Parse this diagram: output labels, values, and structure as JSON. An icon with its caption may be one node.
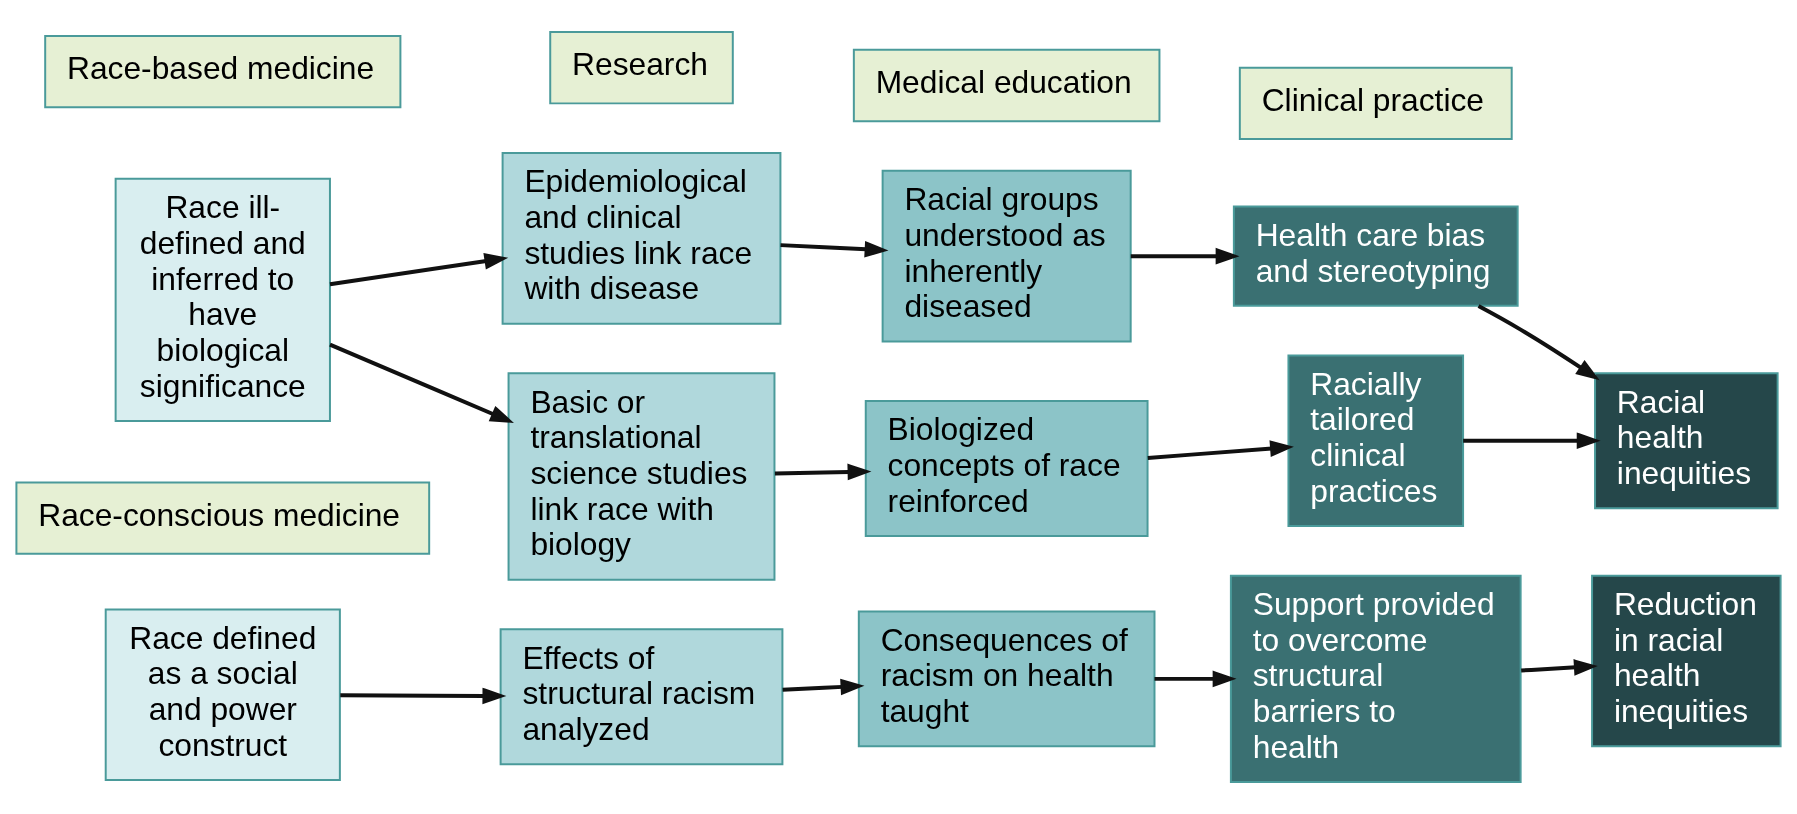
{
  "diagram": {
    "nodes": [
      {
        "text": [
          "Research"
        ]
      },
      {
        "text": [
          "Medical education"
        ]
      },
      {
        "text": [
          "Clinical practice"
        ]
      },
      {
        "text": [
          "Race-based medicine"
        ]
      },
      {
        "text": [
          "Race ill-defined and inferred to have biological significance"
        ]
      },
      {
        "text": [
          "Epidemiological and clinical studies link race with disease"
        ]
      },
      {
        "text": [
          "Racial groups understood as inherently diseased"
        ]
      },
      {
        "text": [
          "Health care bias and stereotyping"
        ]
      },
      {
        "text": [
          "Racial health inequities"
        ]
      },
      {
        "text": [
          "Basic or translational science studies link race with biology"
        ]
      },
      {
        "text": [
          "Biologized concepts of race reinforced"
        ]
      },
      {
        "text": [
          "Racially tailored clinical practices"
        ]
      },
      {
        "text": [
          "Race-conscious medicine"
        ]
      },
      {
        "text": [
          "Race defined as a social and power construct"
        ]
      },
      {
        "text": [
          "Effects of structural racism analyzed"
        ]
      },
      {
        "text": [
          "Consequences of racism on health taught"
        ]
      },
      {
        "text": [
          "Support provided to overcome structural barriers to health"
        ]
      },
      {
        "text": [
          "Reduction in racial health inequities"
        ]
      }
    ],
    "edges": [
      {
        "from": 4,
        "to": 5,
        "arrow": "to"
      },
      {
        "from": 4,
        "to": 9,
        "arrow": "to"
      },
      {
        "from": 5,
        "to": 6,
        "arrow": "to"
      },
      {
        "from": 6,
        "to": 7,
        "arrow": "to"
      },
      {
        "from": 7,
        "to": 8,
        "arrow": "to"
      },
      {
        "from": 9,
        "to": 10,
        "arrow": "to"
      },
      {
        "from": 10,
        "to": 11,
        "arrow": "to"
      },
      {
        "from": 11,
        "to": 8,
        "arrow": "to"
      },
      {
        "from": 13,
        "to": 14,
        "arrow": "to"
      },
      {
        "from": 14,
        "to": 15,
        "arrow": "to"
      },
      {
        "from": 15,
        "to": 16,
        "arrow": "to"
      },
      {
        "from": 16,
        "to": 17,
        "arrow": "to"
      }
    ]
  }
}
